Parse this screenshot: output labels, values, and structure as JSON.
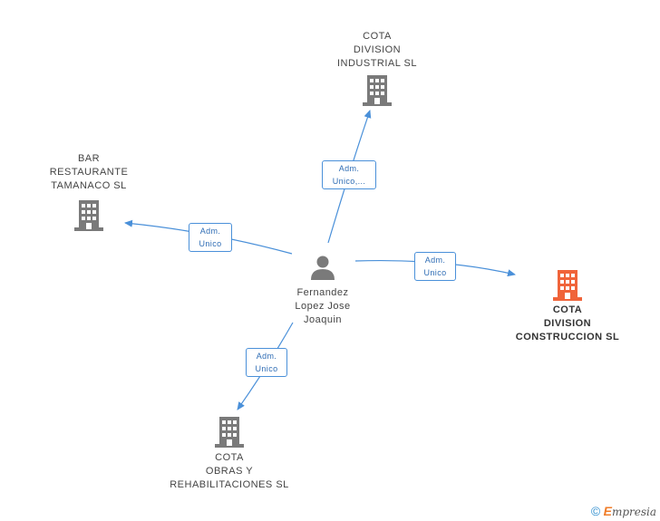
{
  "person": {
    "name": "Fernandez\nLopez Jose\nJoaquin",
    "icon": "person-icon"
  },
  "companies": {
    "industrial": {
      "name": "COTA\nDIVISION\nINDUSTRIAL SL",
      "icon": "building-icon"
    },
    "bar": {
      "name": "BAR\nRESTAURANTE\nTAMANACO SL",
      "icon": "building-icon"
    },
    "construccion": {
      "name": "COTA\nDIVISION\nCONSTRUCCION SL",
      "icon": "building-icon",
      "highlighted": true
    },
    "obras": {
      "name": "COTA\nOBRAS Y\nREHABILITACIONES SL",
      "icon": "building-icon"
    }
  },
  "relations": {
    "industrial": "Adm.\nUnico,...",
    "bar": "Adm.\nUnico",
    "construccion": "Adm.\nUnico",
    "obras": "Adm.\nUnico"
  },
  "colors": {
    "edge": "#4a90d9",
    "building": "#7a7a7a",
    "building_highlight": "#f0643a",
    "person": "#7a7a7a"
  },
  "footer": {
    "copyright": "©",
    "brand_e": "E",
    "brand_rest": "mpresia"
  }
}
